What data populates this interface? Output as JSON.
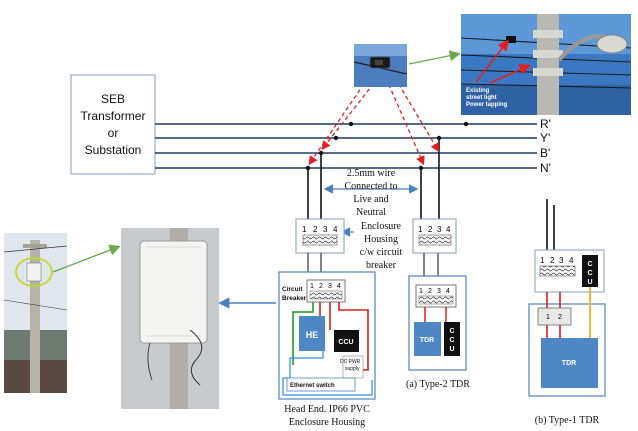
{
  "substation": {
    "line1": "SEB",
    "line2": "Transformer",
    "line3": "or",
    "line4": "Substation"
  },
  "lines": {
    "r": "R'",
    "y": "Y'",
    "b": "B'",
    "n": "N'"
  },
  "wire_note": {
    "l1": "2.5mm wire",
    "l2": "Connected to",
    "l3": "Live and",
    "l4": "Neutral"
  },
  "enclosure_note": {
    "l1": "Enclosure",
    "l2": "Housing",
    "l3": "c/w circuit",
    "l4": "breaker"
  },
  "photo_annotation": {
    "l1": "Existing",
    "l2": "street light",
    "l3": "Power tapping"
  },
  "terminals": [
    "1",
    "2",
    "3",
    "4"
  ],
  "head_end": {
    "breaker_label_1": "Circuit",
    "breaker_label_2": "Breaker",
    "he_label": "HE",
    "ccu_label": "CCU",
    "psu_label_1": "DC PWR",
    "psu_label_2": "supply",
    "switch_label": "Ethernet switch",
    "caption_1": "Head End. IP66 PVC",
    "caption_2": "Enclosure Housing"
  },
  "type2": {
    "tdr_label": "TDR",
    "ccu_letters": [
      "C",
      "C",
      "U"
    ],
    "caption": "(a) Type-2 TDR"
  },
  "type1": {
    "tdr_label": "TDR",
    "ccu_letters": [
      "C",
      "C",
      "U"
    ],
    "inner_terminals": [
      "1",
      "2"
    ],
    "caption": "(b) Type-1 TDR"
  },
  "colors": {
    "phase_line": "#1f3864",
    "red_dash": "#e02020",
    "box_border": "#4f81bd",
    "tdr_fill": "#4f86c6",
    "he_fill": "#4f86c6",
    "green_wire": "#3aa53a",
    "red_wire": "#d42020",
    "yellow_wire": "#f0b020",
    "arrow_blue": "#4a7fc0",
    "arrow_green": "#6aa84f"
  }
}
